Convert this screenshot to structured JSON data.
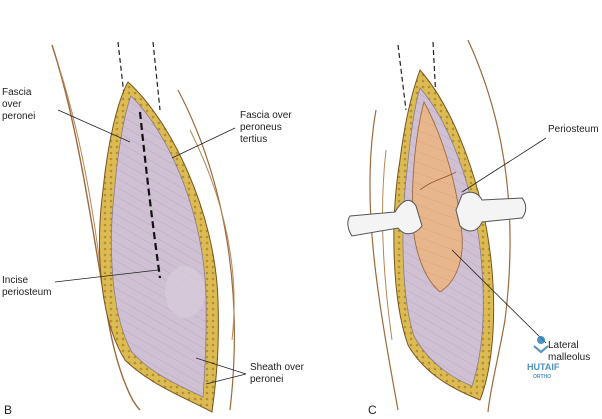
{
  "panels": {
    "left": "B",
    "right": "C"
  },
  "labels_b": {
    "fascia_over_peronei": [
      "Fascia",
      "over",
      "peronei"
    ],
    "fascia_over_peroneus_tertius": [
      "Fascia over",
      "peroneus",
      "tertius"
    ],
    "incise_periosteum": [
      "Incise",
      "periosteum"
    ],
    "sheath_over_peronei": [
      "Sheath over",
      "peronei"
    ]
  },
  "labels_c": {
    "periosteum": "Periosteum",
    "lateral_malleolus": [
      "Lateral",
      "malleolus"
    ]
  },
  "watermark": {
    "name": "HUTAIF",
    "sub": "ORTHO"
  },
  "colors": {
    "fat": "#d9b64a",
    "fascia": "#cbbdd0",
    "bone": "#e7b48a",
    "skin_line": "#9c6a3c",
    "retractor": "#f4f4f4"
  }
}
